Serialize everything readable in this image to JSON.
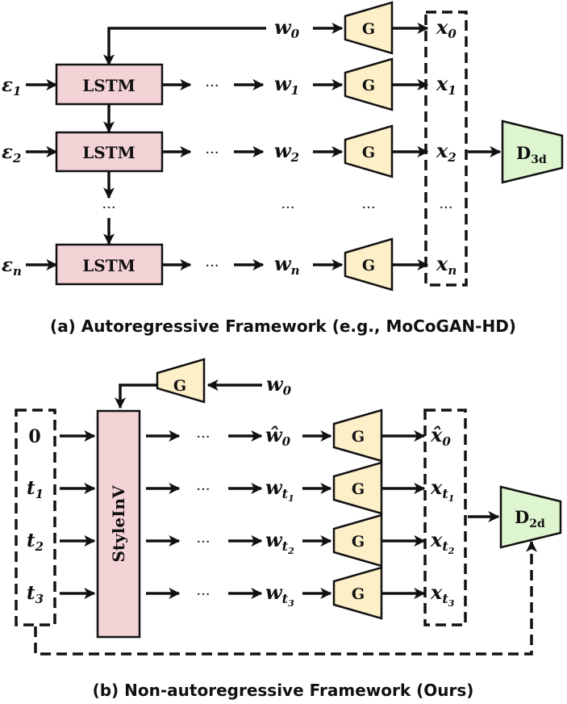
{
  "colors": {
    "lstm_fill": "#f4d3d7",
    "generator_fill": "#fdefc8",
    "discriminator_fill": "#def6cf",
    "stroke": "#111111"
  },
  "icons": {
    "generator": "trapezoid-expanding",
    "discriminator": "trapezoid-contracting"
  },
  "panel_a": {
    "caption": "(a) Autoregressive Framework (e.g., MoCoGAN-HD)",
    "noise_symbol": "ε",
    "noise_subscripts": [
      "1",
      "2",
      "n"
    ],
    "lstm_label": "LSTM",
    "latent_symbol": "w",
    "latent_subscripts": [
      "0",
      "1",
      "2",
      "n"
    ],
    "generator_label": "G",
    "frame_symbol": "x",
    "frame_subscripts": [
      "0",
      "1",
      "2",
      "n"
    ],
    "ellipsis": "···",
    "vertical_ellipsis": "···",
    "discriminator_main": "D",
    "discriminator_sub": "3d"
  },
  "panel_b": {
    "caption": "(b) Non-autoregressive Framework (Ours)",
    "time_first": "0",
    "time_symbol": "t",
    "time_subscripts": [
      "1",
      "2",
      "3"
    ],
    "encoder_label": "StyleInV",
    "latent_symbol": "w",
    "latent_hat_symbol": "ŵ",
    "latent_first_subscript": "0",
    "input_latent_symbol": "w",
    "input_latent_subscript": "0",
    "generator_label": "G",
    "frame_symbol": "x",
    "frame_hat_symbol": "x̂",
    "frame_first_subscript": "0",
    "ellipsis": "···",
    "discriminator_main": "D",
    "discriminator_sub": "2d"
  }
}
